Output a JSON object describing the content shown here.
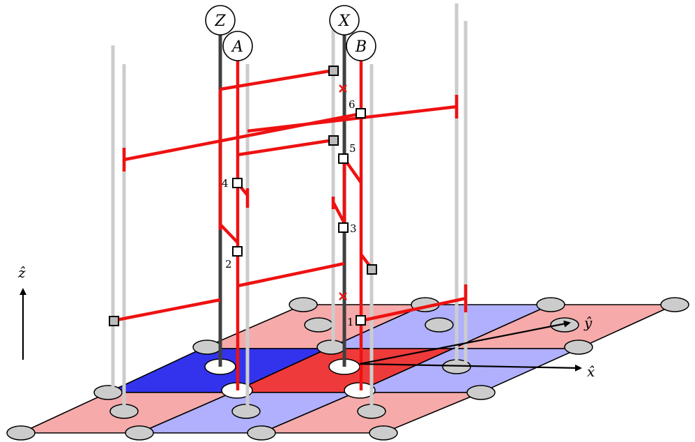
{
  "qubits": {
    "Z": "Z",
    "A": "A",
    "X": "X",
    "B": "B"
  },
  "step_numbers": [
    "1",
    "2",
    "3",
    "4",
    "5",
    "6"
  ],
  "axes": {
    "x": "x̂",
    "y": "ŷ",
    "z": "ẑ"
  },
  "colors": {
    "time_line_red": "#ee1111",
    "time_line_dark": "#404040",
    "time_line_gray": "#cccccc",
    "plaquette_pink": "#f6aaaa",
    "plaquette_lightblue": "#b0b0ff",
    "plaquette_blue": "#3333ee",
    "plaquette_red": "#ee3a3a"
  }
}
